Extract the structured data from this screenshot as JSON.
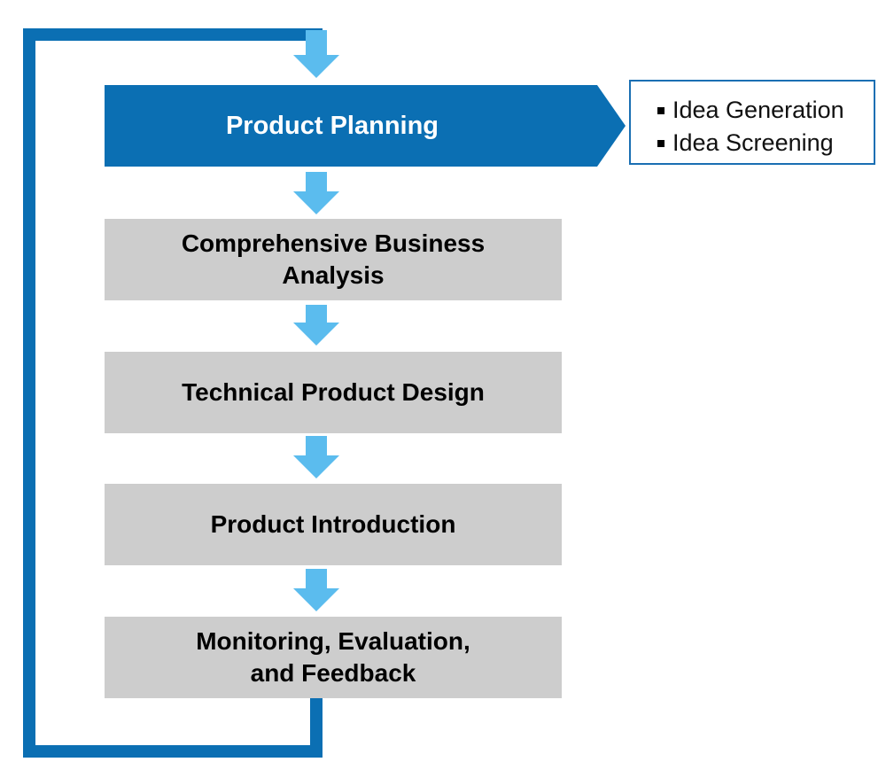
{
  "colors": {
    "primary_blue": "#0b6fb3",
    "arrow_light_blue": "#5bbcee",
    "step_gray": "#cdcdcd",
    "loop_line": "#0b6fb3"
  },
  "steps": {
    "planning": {
      "label": "Product Planning"
    },
    "business": {
      "label": "Comprehensive Business Analysis"
    },
    "design": {
      "label": "Technical Product Design"
    },
    "introduction": {
      "label": "Product Introduction"
    },
    "monitoring": {
      "label": "Monitoring, Evaluation, and Feedback"
    }
  },
  "planning_details": {
    "items": [
      "Idea Generation",
      "Idea Screening"
    ]
  }
}
